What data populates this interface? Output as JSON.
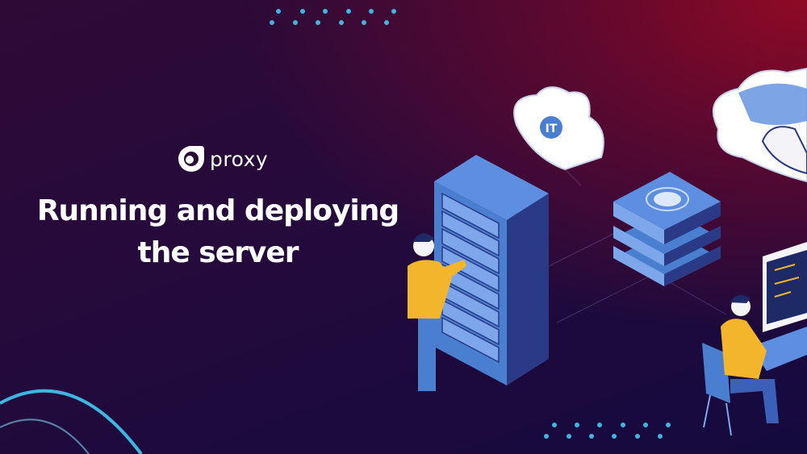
{
  "brand": {
    "logo_text": "proxy",
    "logo_icon": "proxy-logo-icon"
  },
  "headline": {
    "line1": "Running and deploying",
    "line2": "the server"
  },
  "illustration": {
    "cloud_label": "IT"
  },
  "colors": {
    "background_dark": "#140a3e",
    "background_red": "#8e0a25",
    "accent_blue": "#4a7fd0",
    "accent_cyan": "#3fb6e0",
    "shirt_yellow": "#f2b52b"
  }
}
